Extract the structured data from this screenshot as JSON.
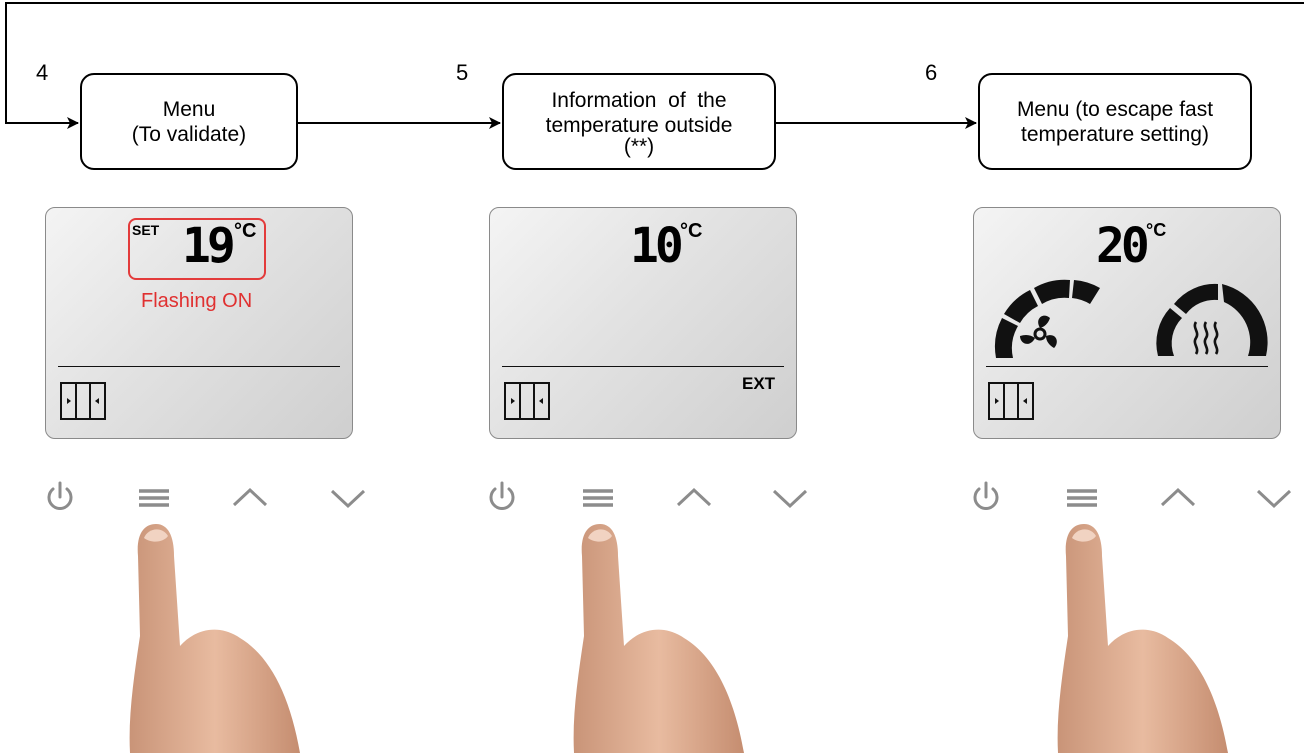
{
  "steps": [
    {
      "number": "4",
      "box_lines": [
        "Menu",
        "(To validate)"
      ]
    },
    {
      "number": "5",
      "box_lines": [
        "Information  of  the",
        "temperature outside",
        "(**)"
      ]
    },
    {
      "number": "6",
      "box_lines": [
        "Menu (to escape fast",
        "temperature setting)"
      ]
    }
  ],
  "screens": [
    {
      "set_label": "SET",
      "temperature": "19",
      "unit": "°C",
      "flash_label": "Flashing ON"
    },
    {
      "temperature": "10",
      "unit": "°C",
      "ext_label": "EXT"
    },
    {
      "temperature": "20",
      "unit": "°C"
    }
  ],
  "buttons": [
    "power-icon",
    "menu-icon",
    "up-chevron-icon",
    "down-chevron-icon"
  ],
  "colors": {
    "flash": "#e03030",
    "icon_gray": "#8c8c8c",
    "lcd_dark": "#111111"
  }
}
